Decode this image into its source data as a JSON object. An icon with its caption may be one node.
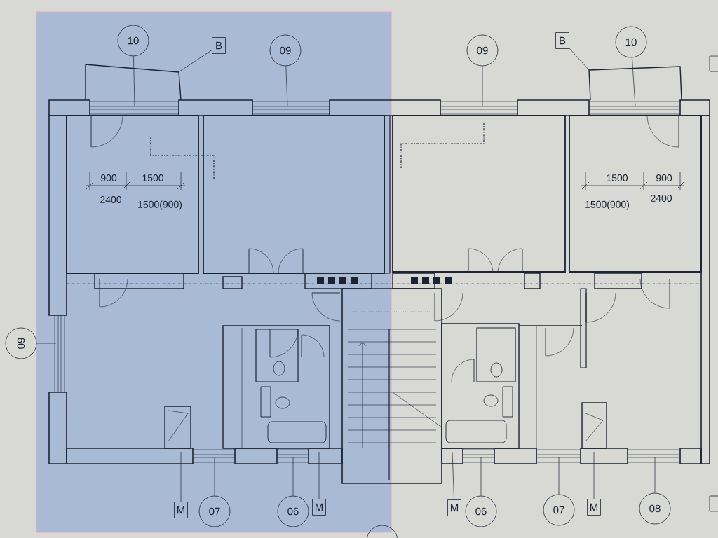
{
  "diagram": {
    "nodes": [
      {
        "text": [
          "10"
        ]
      },
      {
        "text": [
          "B"
        ]
      },
      {
        "text": [
          "09"
        ]
      },
      {
        "text": [
          "09"
        ]
      },
      {
        "text": [
          "B"
        ]
      },
      {
        "text": [
          "10"
        ]
      },
      {
        "text": [
          "09"
        ]
      },
      {
        "text": [
          "M"
        ]
      },
      {
        "text": [
          "07"
        ]
      },
      {
        "text": [
          "06"
        ]
      },
      {
        "text": [
          "M"
        ]
      },
      {
        "text": [
          "M"
        ]
      },
      {
        "text": [
          "06"
        ]
      },
      {
        "text": [
          "07"
        ]
      },
      {
        "text": [
          "M"
        ]
      },
      {
        "text": [
          "08"
        ]
      }
    ],
    "edges": [
      {
        "from": 0,
        "to": null,
        "arrow": "none"
      },
      {
        "from": 1,
        "to": null,
        "arrow": "none"
      },
      {
        "from": 2,
        "to": null,
        "arrow": "none"
      },
      {
        "from": 3,
        "to": null,
        "arrow": "none"
      },
      {
        "from": 4,
        "to": null,
        "arrow": "none"
      },
      {
        "from": 5,
        "to": null,
        "arrow": "none"
      },
      {
        "from": 6,
        "to": null,
        "arrow": "none"
      },
      {
        "from": 7,
        "to": null,
        "arrow": "none"
      },
      {
        "from": 8,
        "to": null,
        "arrow": "none"
      },
      {
        "from": 9,
        "to": null,
        "arrow": "none"
      },
      {
        "from": 10,
        "to": null,
        "arrow": "none"
      },
      {
        "from": 11,
        "to": null,
        "arrow": "none"
      },
      {
        "from": 12,
        "to": null,
        "arrow": "none"
      },
      {
        "from": 13,
        "to": null,
        "arrow": "none"
      },
      {
        "from": 14,
        "to": null,
        "arrow": "none"
      },
      {
        "from": 15,
        "to": null,
        "arrow": "none"
      }
    ],
    "labels": [
      "900",
      "1500",
      "2400",
      "1500(900)",
      "1500",
      "900",
      "1500(900)",
      "2400"
    ]
  }
}
